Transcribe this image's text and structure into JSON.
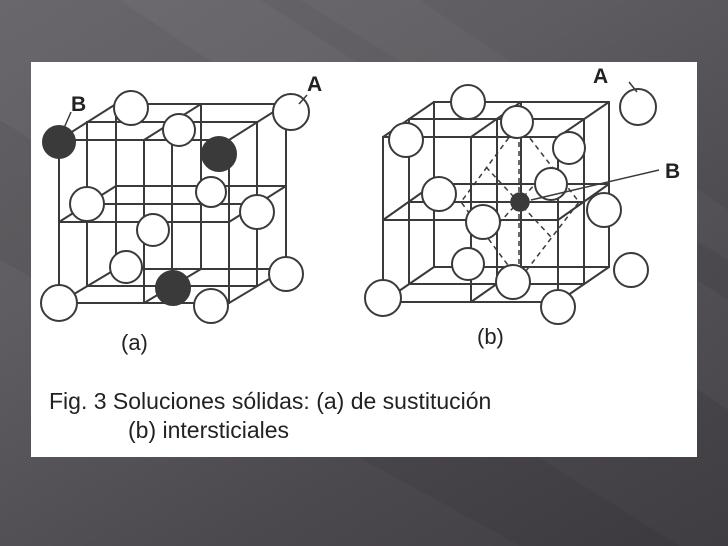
{
  "figure": {
    "left_panel": {
      "sublabel": "(a)",
      "atom_a_label": "A",
      "atom_b_label": "B"
    },
    "right_panel": {
      "sublabel": "(b)",
      "atom_a_label": "A",
      "atom_b_label": "B"
    },
    "caption_line1": "Fig. 3 Soluciones sólidas: (a) de sustitución",
    "caption_line2": "(b) intersticiales"
  },
  "colors": {
    "background": "#58555b",
    "panel": "#ffffff",
    "line": "#3a3a3a",
    "atom_b": "#3a3a3a"
  }
}
